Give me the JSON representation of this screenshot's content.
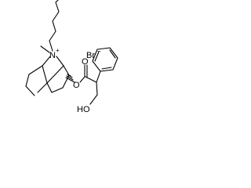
{
  "molecule": {
    "atom_labels": {
      "nitrogen": "N",
      "nitrogen_charge": "+",
      "bromide": "Br",
      "bromide_charge": "−",
      "ester_oxygen": "O",
      "carbonyl_oxygen": "O",
      "hydroxyl": "HO"
    },
    "colors": {
      "ink": "#000000",
      "background": "#ffffff"
    }
  }
}
